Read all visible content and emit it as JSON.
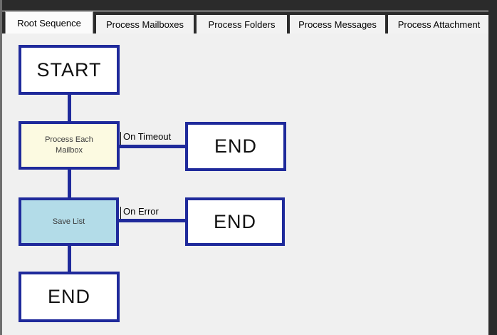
{
  "tabs": {
    "items": [
      {
        "label": "Root Sequence",
        "active": true
      },
      {
        "label": "Process Mailboxes",
        "active": false
      },
      {
        "label": "Process Folders",
        "active": false
      },
      {
        "label": "Process Messages",
        "active": false
      },
      {
        "label": "Process Attachment",
        "active": false
      }
    ]
  },
  "flowchart": {
    "nodes": {
      "start": {
        "label": "START"
      },
      "process_each_mailbox": {
        "line1": "Process Each",
        "line2": "Mailbox",
        "fill": "#fcfae1"
      },
      "save_list": {
        "label": "Save List",
        "fill": "#b3dce8"
      },
      "end_timeout": {
        "label": "END"
      },
      "end_error": {
        "label": "END"
      },
      "end_main": {
        "label": "END"
      }
    },
    "edges": {
      "on_timeout": {
        "label": "On Timeout"
      },
      "on_error": {
        "label": "On Error"
      }
    }
  },
  "colors": {
    "connector_navy": "#1f2a9b",
    "frame_dark": "#2b2b2b",
    "canvas_bg": "#f0f0f0",
    "node_yellow": "#fcfae1",
    "node_blue": "#b3dce8"
  }
}
